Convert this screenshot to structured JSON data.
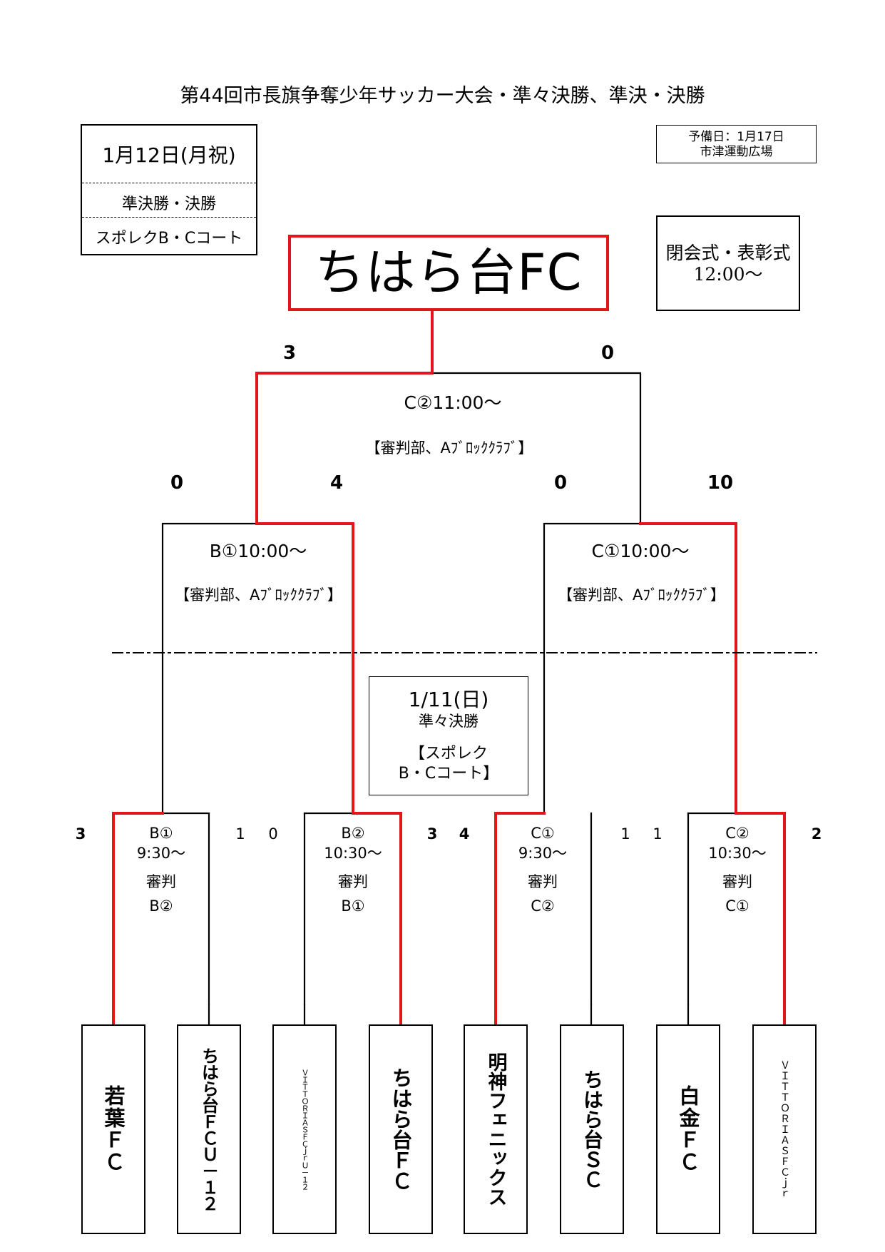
{
  "title": "第44回市長旗争奪少年サッカー大会・準々決勝、準決・決勝",
  "date_box": {
    "date": "1月12日(月祝)",
    "round": "準決勝・決勝",
    "court": "スポレクB・Cコート"
  },
  "reserve_box": {
    "line1": "予備日：1月17日",
    "line2": "市津運動広場"
  },
  "winner": "ちはら台FC",
  "closing": {
    "line1": "閉会式・表彰式",
    "line2": "12:00～"
  },
  "final": {
    "label": "C②11:00～",
    "referee": "【審判部、Aﾌﾞﾛｯｸｸﾗﾌﾞ】",
    "score_left": "3",
    "score_right": "0"
  },
  "semis": [
    {
      "label": "B①10:00～",
      "referee": "【審判部、Aﾌﾞﾛｯｸｸﾗﾌﾞ】",
      "score_left": "0",
      "score_right": "4"
    },
    {
      "label": "C①10:00～",
      "referee": "【審判部、Aﾌﾞﾛｯｸｸﾗﾌﾞ】",
      "score_left": "0",
      "score_right": "10"
    }
  ],
  "qf_info": {
    "date": "1/11(日)",
    "round": "準々決勝",
    "venue1": "【スポレク",
    "venue2": "B・Cコート】"
  },
  "quarters": [
    {
      "court": "B①",
      "time": "9:30～",
      "ref_label": "審判",
      "ref": "B②",
      "score_left": "3",
      "score_right": "1"
    },
    {
      "court": "B②",
      "time": "10:30～",
      "ref_label": "審判",
      "ref": "B①",
      "score_left": "0",
      "score_right": "3"
    },
    {
      "court": "C①",
      "time": "9:30～",
      "ref_label": "審判",
      "ref": "C②",
      "score_left": "4",
      "score_right": "1"
    },
    {
      "court": "C②",
      "time": "10:30～",
      "ref_label": "審判",
      "ref": "C①",
      "score_left": "1",
      "score_right": "2"
    }
  ],
  "teams": [
    "若葉ＦＣ",
    "ちはら台ＦＣＵ－１２",
    "ＶＩＴＴＯＲＩＡＳＦＣｊｒＵ－１２",
    "ちはら台ＦＣ",
    "明神フェニックス",
    "ちはら台ＳＣ",
    "白金ＦＣ",
    "ＶＩＴＴＯＲＩＡＳＦＣｊｒ"
  ],
  "colors": {
    "win_line": "#e0161b",
    "line": "#000000"
  }
}
